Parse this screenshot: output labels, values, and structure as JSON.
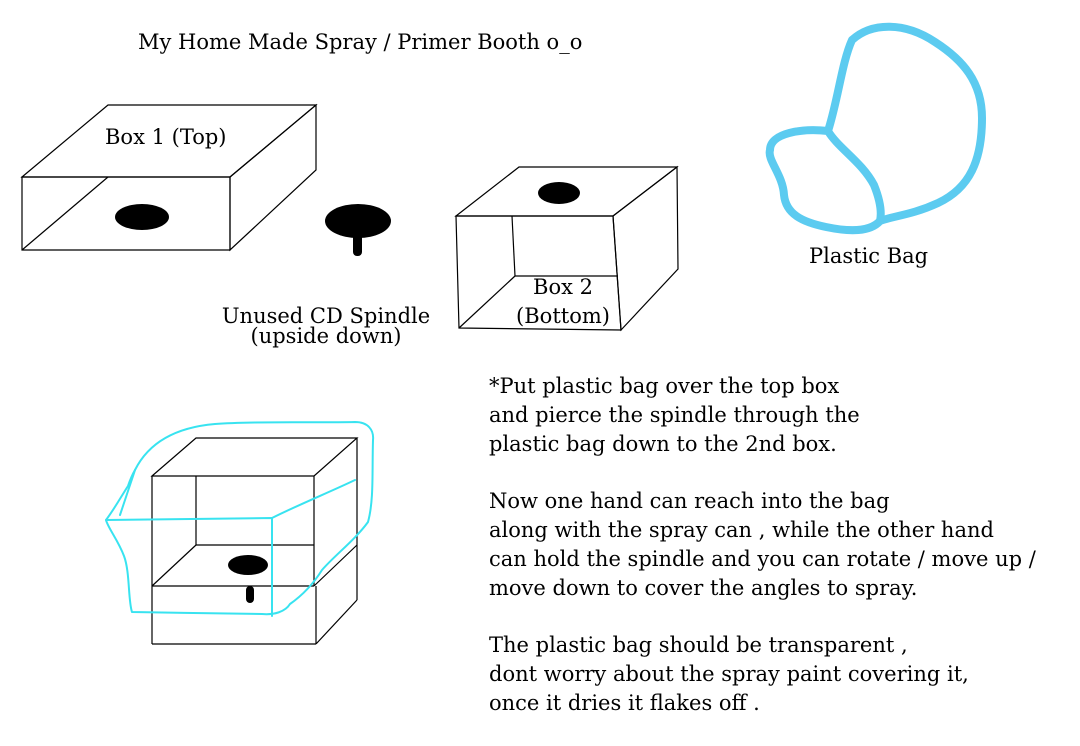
{
  "title": "My Home Made Spray / Primer Booth o_o",
  "labels": {
    "box1": "Box 1 (Top)",
    "spindle_line1": "Unused CD Spindle",
    "spindle_line2": "(upside down)",
    "box2_line1": "Box 2",
    "box2_line2": "(Bottom)",
    "bag": "Plastic Bag"
  },
  "notes": [
    [
      "*Put plastic bag over the top box",
      "and pierce the spindle through the",
      "plastic bag down to the 2nd box."
    ],
    [
      "Now one hand can reach into the bag",
      "along with the spray can , while the other hand",
      "can hold the spindle and you can rotate / move up /",
      "move down to cover the angles to spray."
    ],
    [
      "The plastic bag should be transparent ,",
      "dont worry about the spray paint covering it,",
      "once it dries it flakes off ."
    ]
  ],
  "colors": {
    "line": "#000000",
    "bag_outline": "#5ccbf0",
    "bag_wrap": "#38e3f0"
  }
}
